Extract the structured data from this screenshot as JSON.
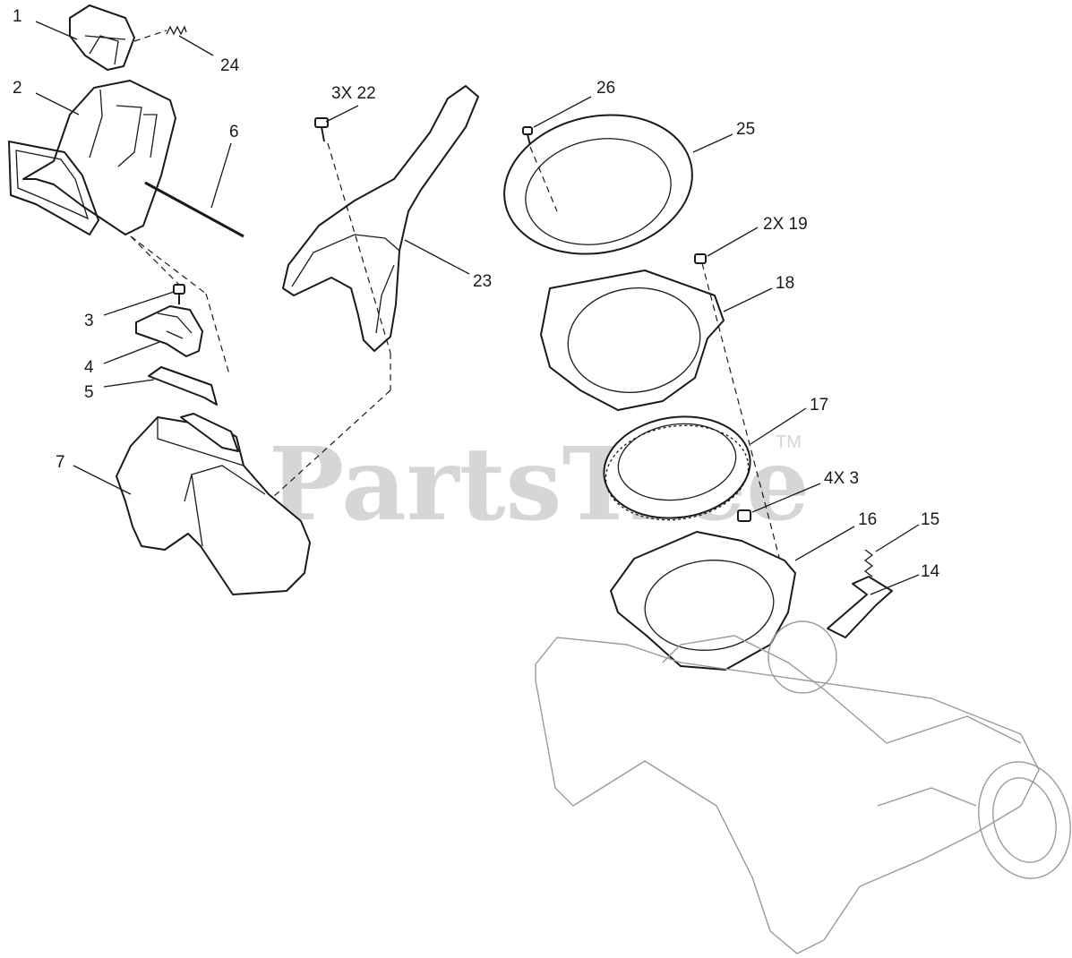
{
  "watermark": {
    "text": "PartsTree",
    "trademark": "TM"
  },
  "callouts": [
    {
      "id": "c1",
      "text": "1"
    },
    {
      "id": "c24",
      "text": "24"
    },
    {
      "id": "c2",
      "text": "2"
    },
    {
      "id": "c6",
      "text": "6"
    },
    {
      "id": "c3",
      "text": "3"
    },
    {
      "id": "c4",
      "text": "4"
    },
    {
      "id": "c5",
      "text": "5"
    },
    {
      "id": "c7",
      "text": "7"
    },
    {
      "id": "c22",
      "text": "3X  22"
    },
    {
      "id": "c23",
      "text": "23"
    },
    {
      "id": "c26",
      "text": "26"
    },
    {
      "id": "c25",
      "text": "25"
    },
    {
      "id": "c19",
      "text": "2X  19"
    },
    {
      "id": "c18",
      "text": "18"
    },
    {
      "id": "c17",
      "text": "17"
    },
    {
      "id": "c3b",
      "text": "4X  3"
    },
    {
      "id": "c16",
      "text": "16"
    },
    {
      "id": "c15",
      "text": "15"
    },
    {
      "id": "c14",
      "text": "14"
    }
  ],
  "colors": {
    "line": "#1a1a1a",
    "watermark": "#d6d6d6",
    "background": "#ffffff"
  }
}
